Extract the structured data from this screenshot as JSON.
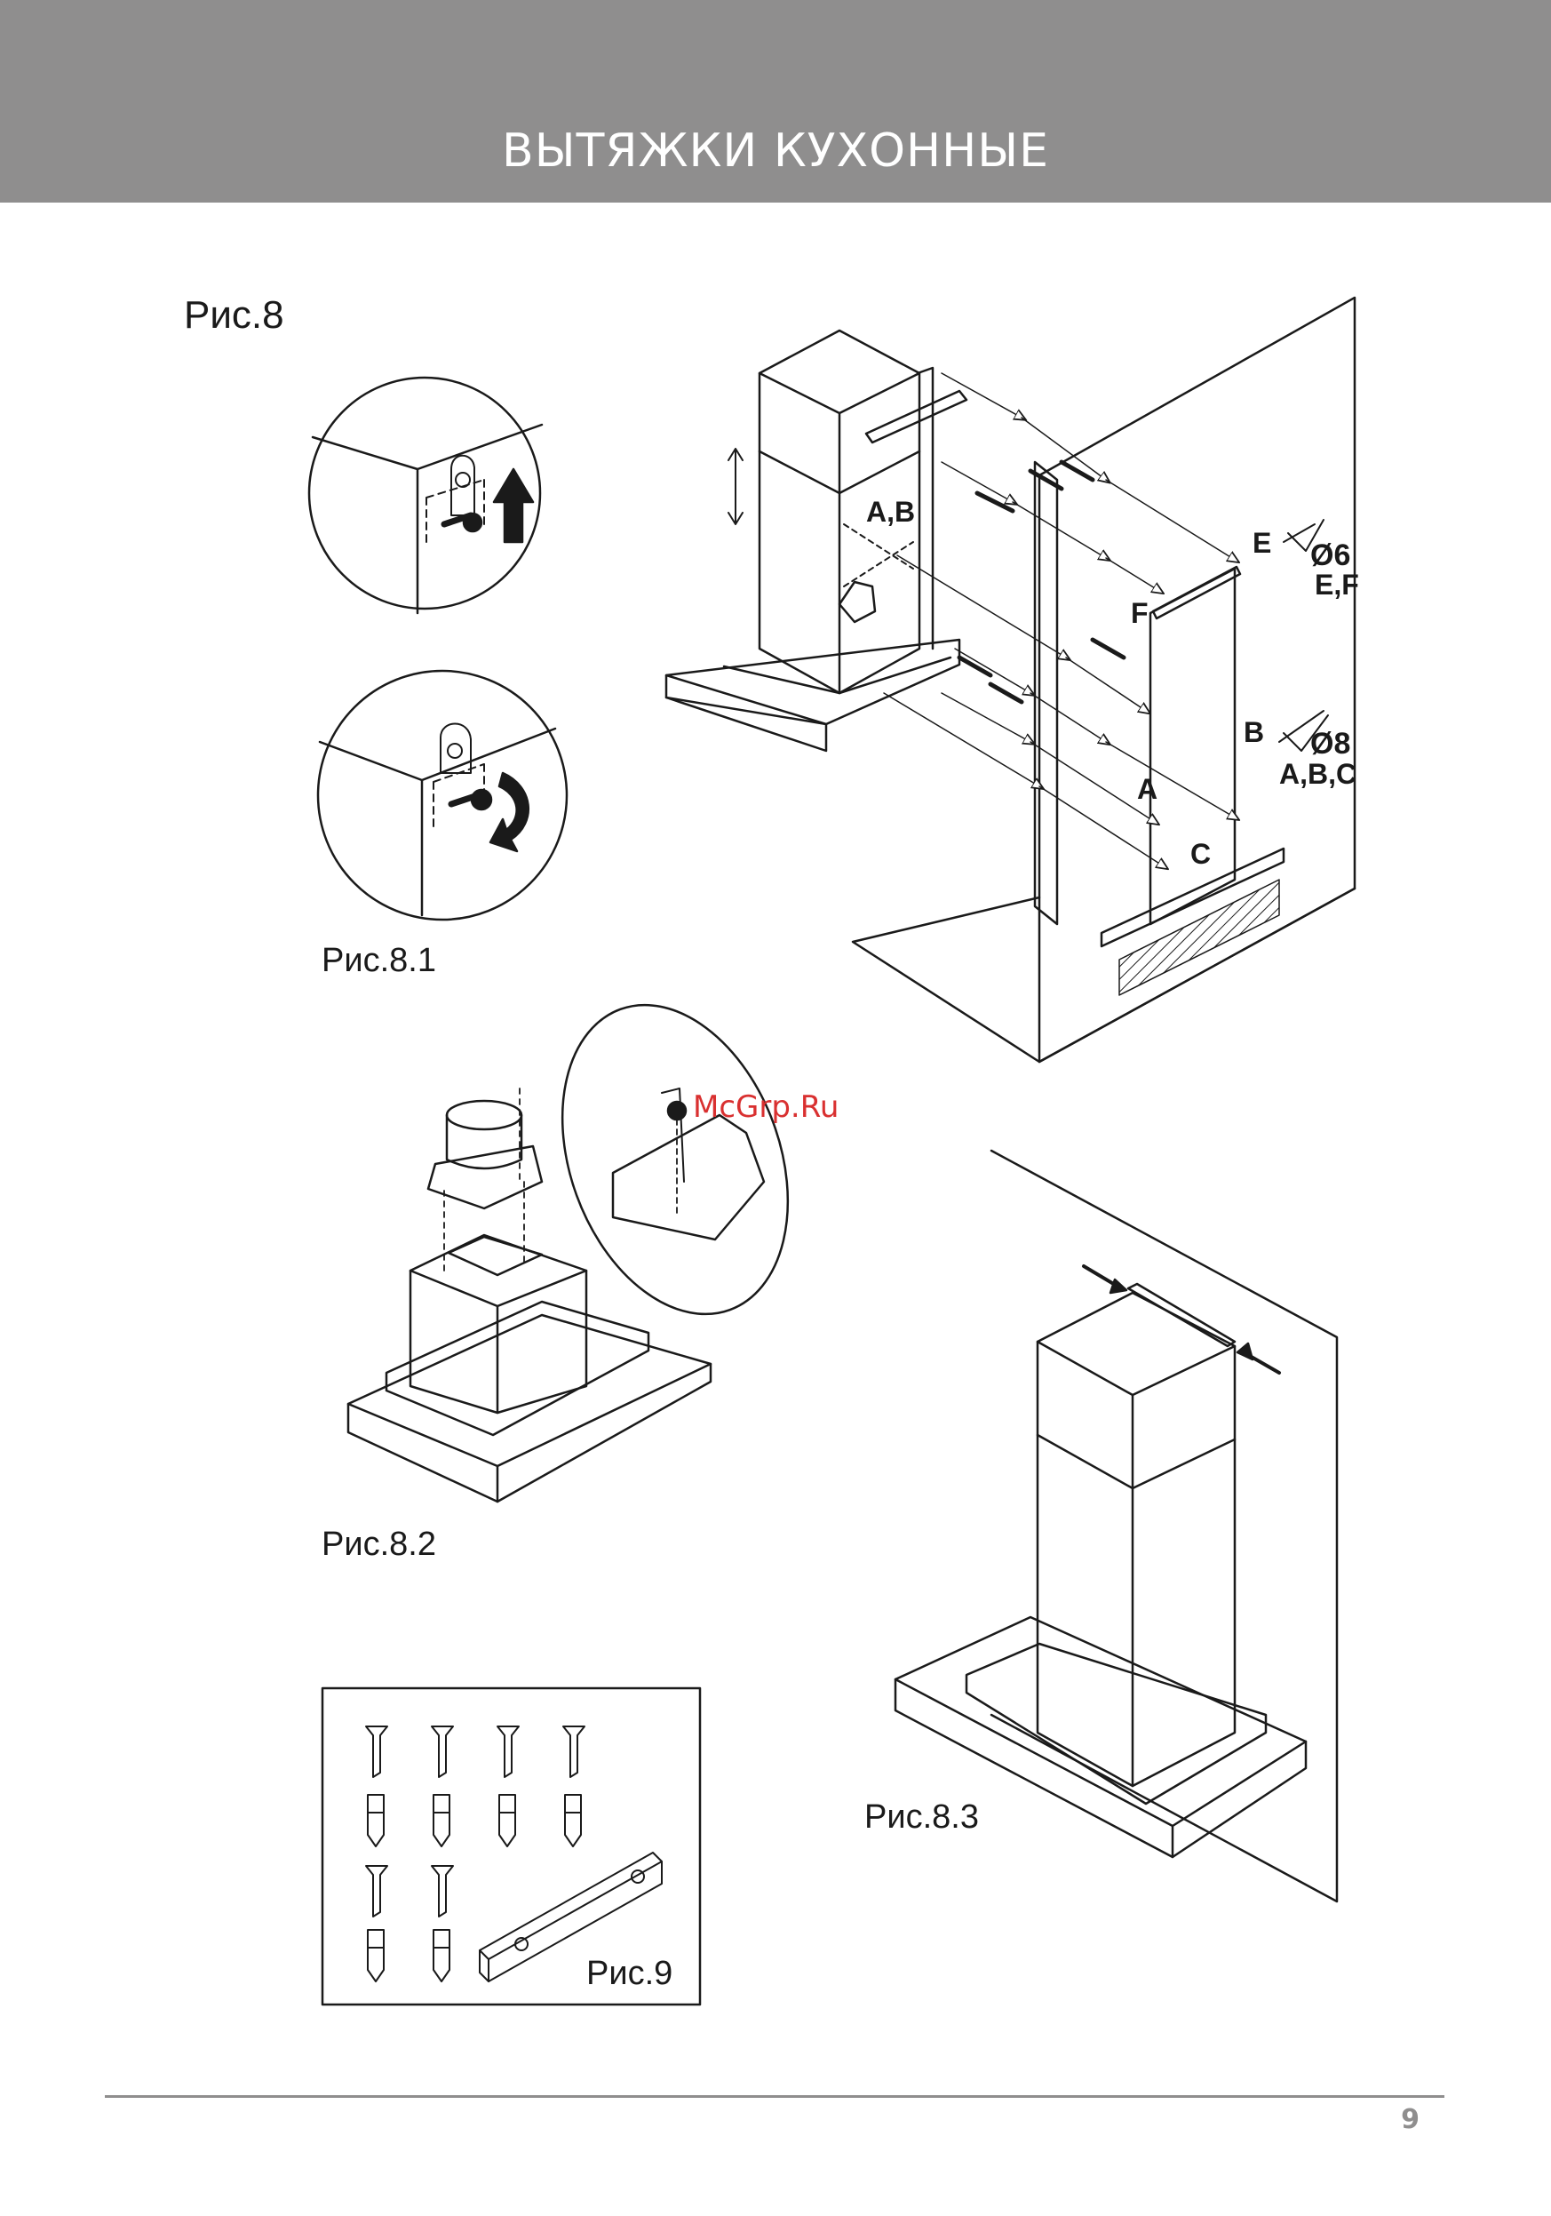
{
  "header": {
    "title": "ВЫТЯЖКИ  КУХОННЫЕ",
    "bg_color": "#8f8e8e"
  },
  "figures": {
    "fig8": "Рис.8",
    "fig8_1": "Рис.8.1",
    "fig8_2": "Рис.8.2",
    "fig8_3": "Рис.8.3",
    "fig9": "Рис.9"
  },
  "callouts": {
    "ab": "A,B",
    "e": "E",
    "f": "F",
    "b": "B",
    "a": "A",
    "c": "C",
    "dia6": "Ø6",
    "dia6_parts": "E,F",
    "dia8": "Ø8",
    "dia8_parts": "A,B,C"
  },
  "watermark": "McGrp.Ru",
  "watermark_color": "#d93030",
  "footer": {
    "page_number": "9"
  }
}
